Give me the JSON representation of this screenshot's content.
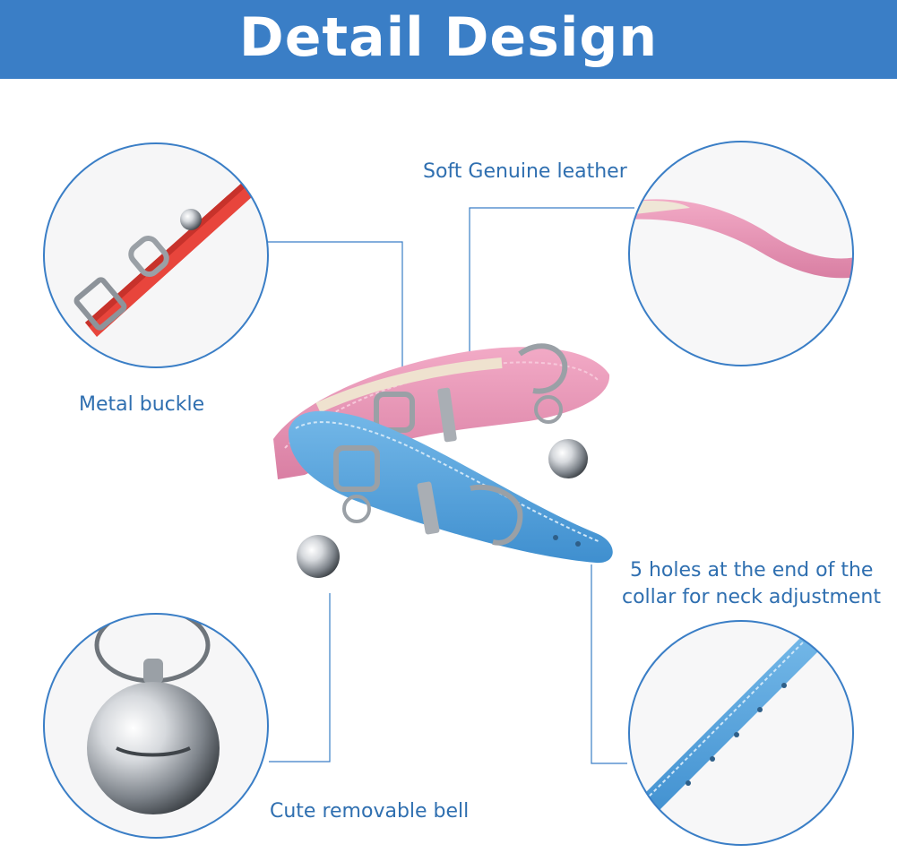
{
  "banner": {
    "title": "Detail Design",
    "color": "#3a7ec6"
  },
  "features": {
    "leather": "Soft Genuine leather",
    "buckle": "Metal buckle",
    "holes_line1": "5 holes at the end of the",
    "holes_line2": "collar for neck adjustment",
    "bell": "Cute removable bell"
  },
  "colors": {
    "label": "#2f6fb0",
    "circle_border": "#3a7ec6",
    "pink_collar": "#e994b4",
    "blue_collar": "#5aa6dd",
    "red_collar": "#e8453c",
    "metal": "#b9bec4"
  },
  "icons": [
    "buckle-detail-image",
    "leather-detail-image",
    "bell-detail-image",
    "holes-detail-image",
    "collars-product-image"
  ]
}
